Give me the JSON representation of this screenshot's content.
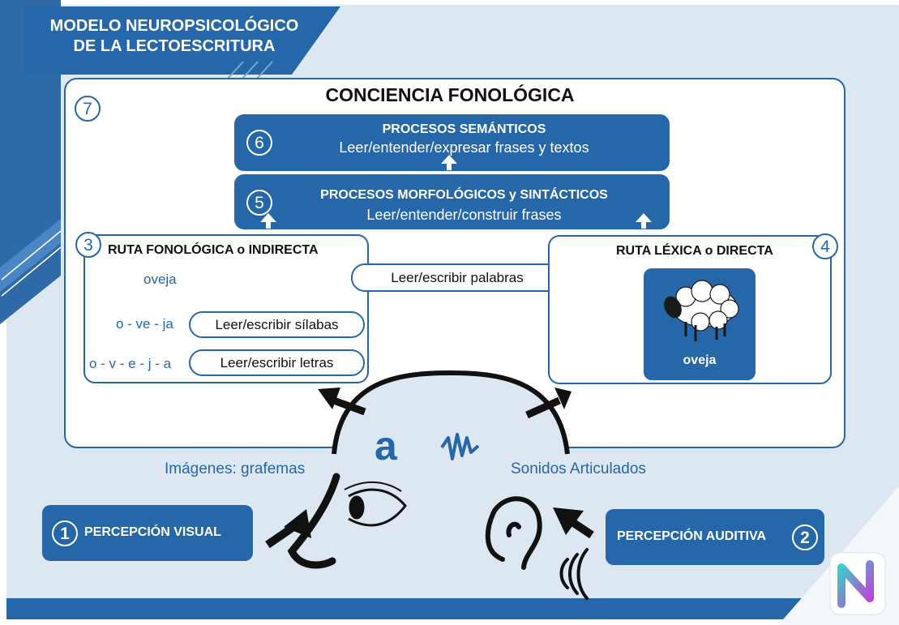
{
  "title": {
    "line1": "MODELO NEUROPSICOLÓGICO",
    "line2": "DE LA LECTOESCRITURA"
  },
  "panel": {
    "number": "7",
    "title": "CONCIENCIA FONOLÓGICA"
  },
  "semantic": {
    "number": "6",
    "title": "PROCESOS SEMÁNTICOS",
    "subtitle": "Leer/entender/expresar frases y textos"
  },
  "morpho": {
    "number": "5",
    "title": "PROCESOS MORFOLÓGICOS y SINTÁCTICOS",
    "subtitle": "Leer/entender/construir frases"
  },
  "phonological_route": {
    "number": "3",
    "title": "RUTA FONOLÓGICA o INDIRECTA",
    "word": "oveja",
    "syllables": "o - ve - ja",
    "syllables_label": "Leer/escribir sílabas",
    "letters": "o - v - e - j - a",
    "letters_label": "Leer/escribir letras"
  },
  "words_label": "Leer/escribir palabras",
  "lexical_route": {
    "number": "4",
    "title": "RUTA LÉXICA o DIRECTA",
    "card_label": "oveja"
  },
  "captions": {
    "visual": "Imágenes: grafemas",
    "letter": "a",
    "auditory": "Sonidos Articulados"
  },
  "visual_perception": {
    "number": "1",
    "label": "PERCEPCIÓN VISUAL"
  },
  "auditory_perception": {
    "number": "2",
    "label": "PERCEPCIÓN AUDITIVA"
  },
  "colors": {
    "brand_blue": "#2567a8",
    "background": "#dde7f1",
    "logo_gradient": [
      "#37d1c8",
      "#c83ad8"
    ]
  }
}
